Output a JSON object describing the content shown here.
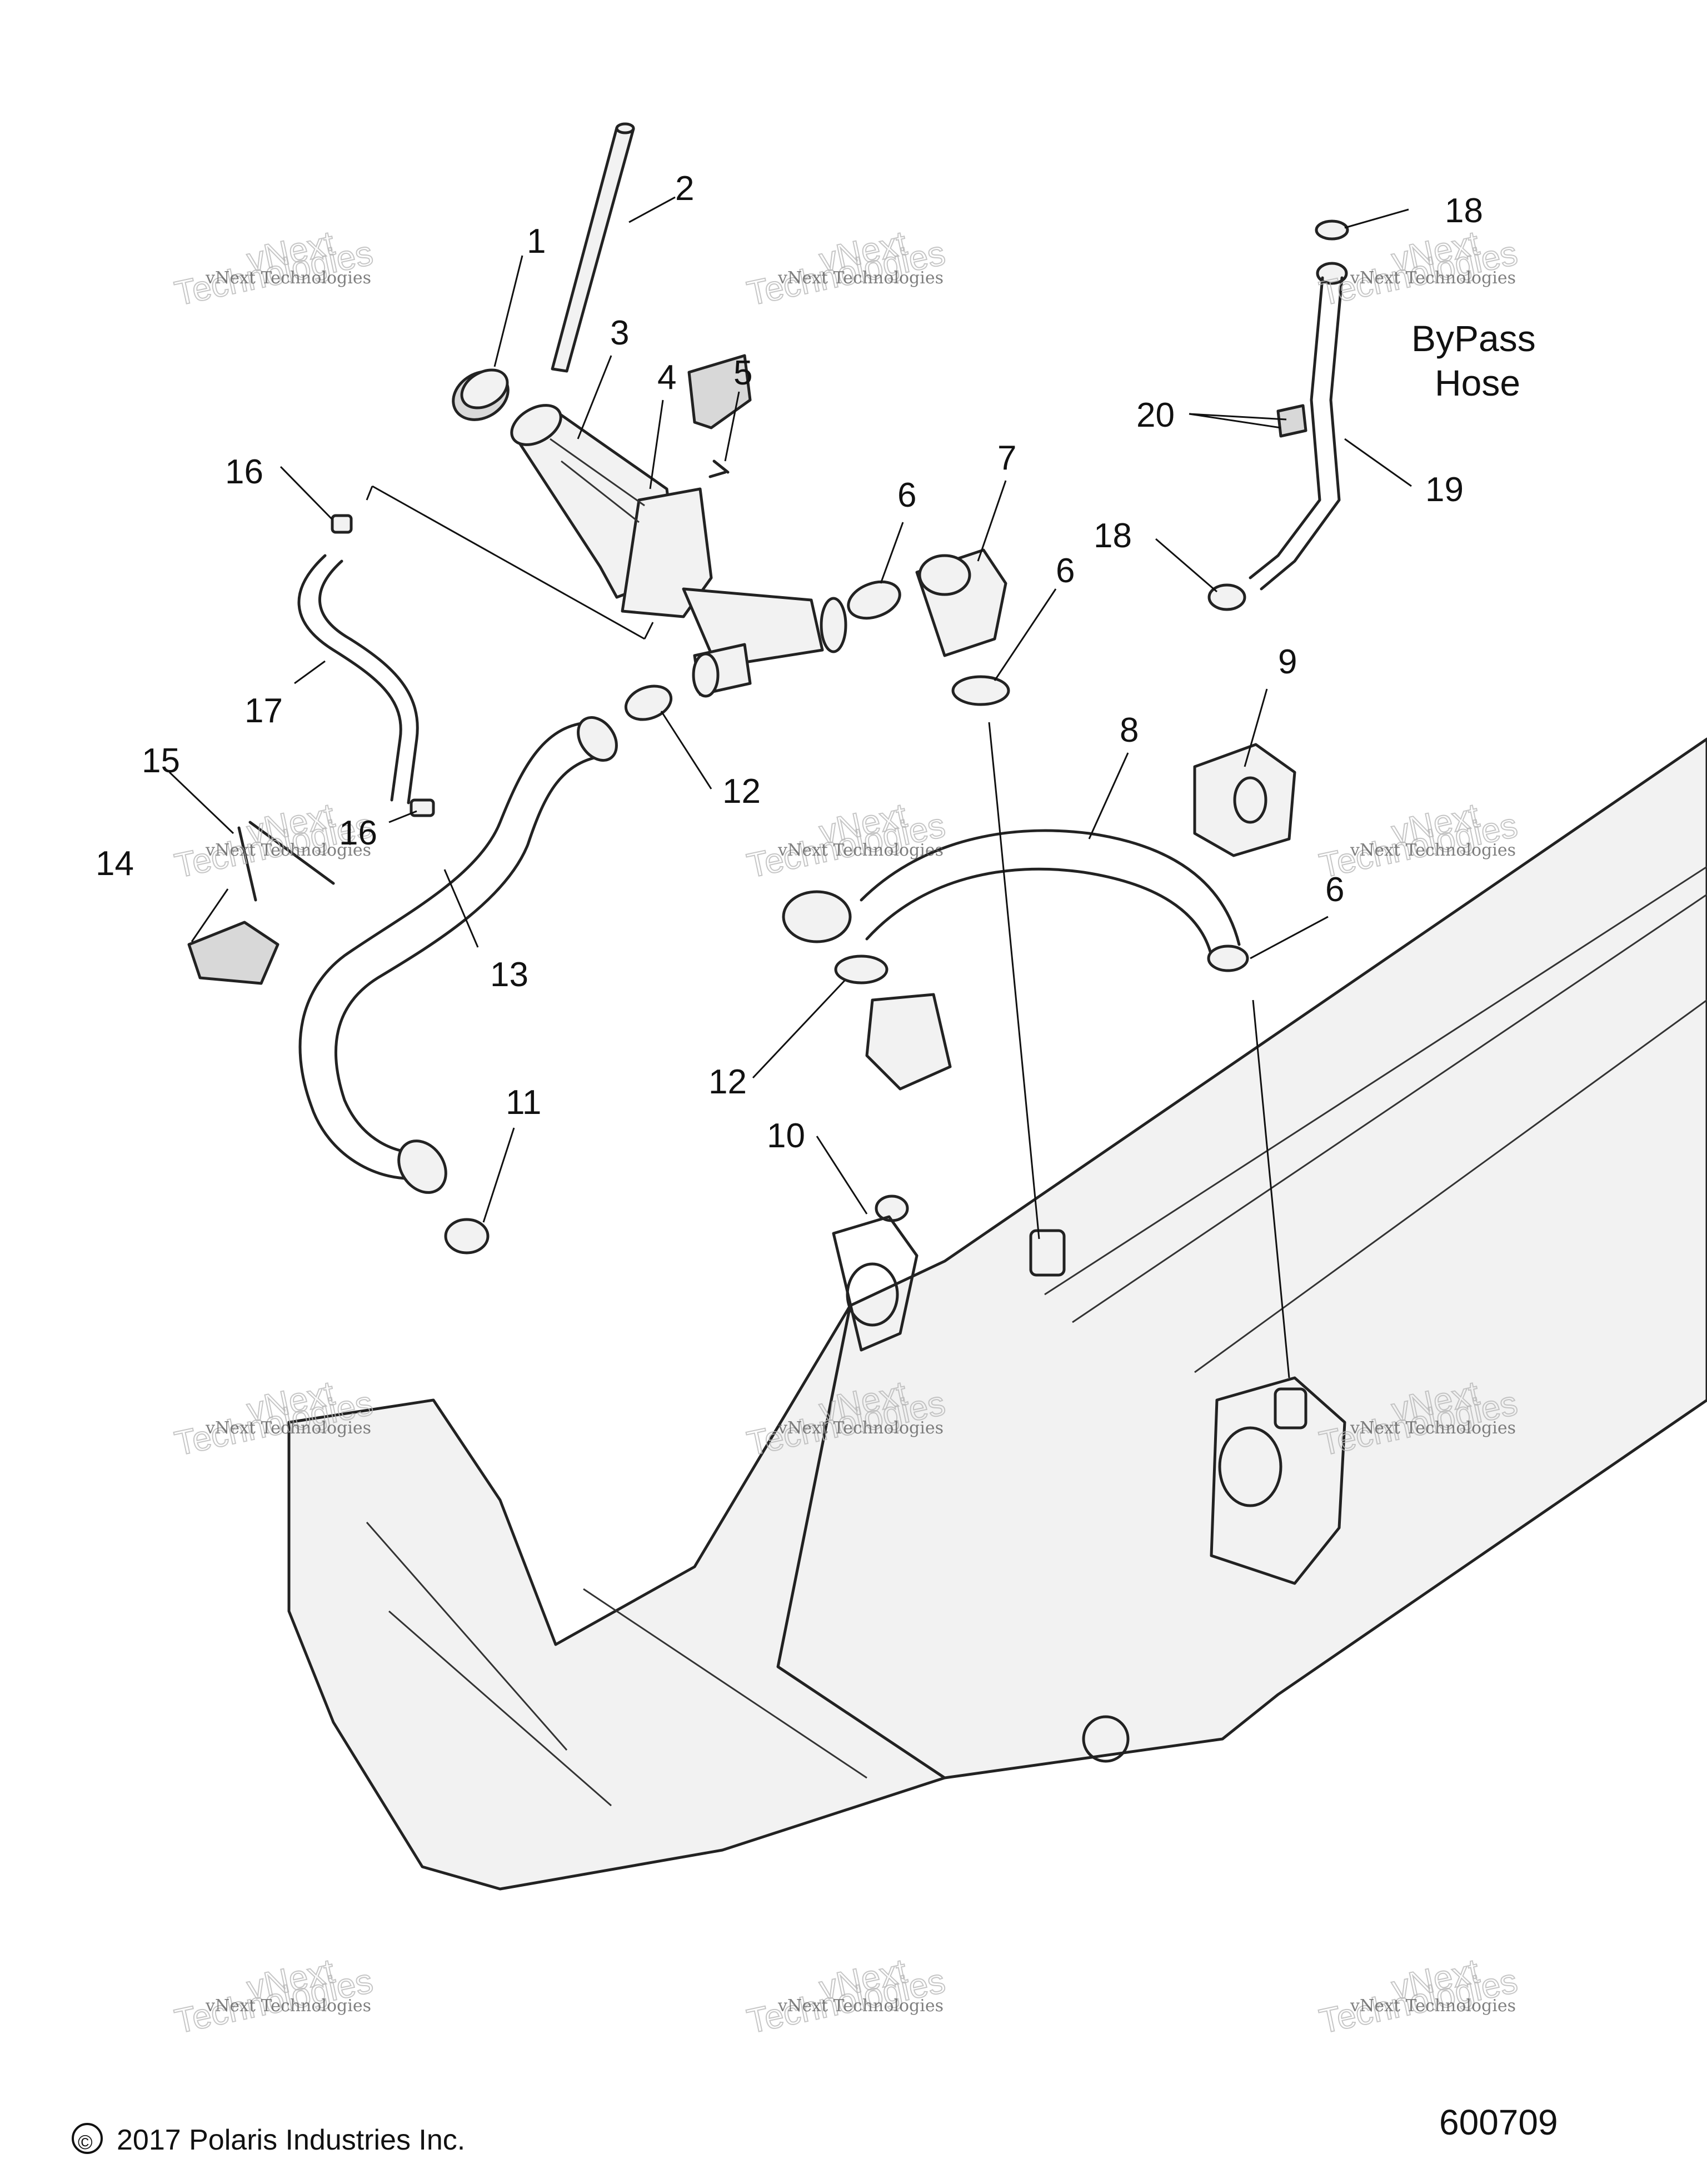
{
  "diagram": {
    "callouts": [
      {
        "id": "c1",
        "label": "1"
      },
      {
        "id": "c2",
        "label": "2"
      },
      {
        "id": "c3",
        "label": "3"
      },
      {
        "id": "c4",
        "label": "4"
      },
      {
        "id": "c5",
        "label": "5"
      },
      {
        "id": "c6a",
        "label": "6"
      },
      {
        "id": "c6b",
        "label": "6"
      },
      {
        "id": "c6c",
        "label": "6"
      },
      {
        "id": "c7",
        "label": "7"
      },
      {
        "id": "c8",
        "label": "8"
      },
      {
        "id": "c9",
        "label": "9"
      },
      {
        "id": "c10",
        "label": "10"
      },
      {
        "id": "c11",
        "label": "11"
      },
      {
        "id": "c12a",
        "label": "12"
      },
      {
        "id": "c12b",
        "label": "12"
      },
      {
        "id": "c13",
        "label": "13"
      },
      {
        "id": "c14",
        "label": "14"
      },
      {
        "id": "c15",
        "label": "15"
      },
      {
        "id": "c16a",
        "label": "16"
      },
      {
        "id": "c16b",
        "label": "16"
      },
      {
        "id": "c17",
        "label": "17"
      },
      {
        "id": "c18a",
        "label": "18"
      },
      {
        "id": "c18b",
        "label": "18"
      },
      {
        "id": "c19",
        "label": "19"
      },
      {
        "id": "c20",
        "label": "20"
      }
    ],
    "note_line1": "ByPass",
    "note_line2": "Hose"
  },
  "watermark": {
    "line_small": "vNext Technologies",
    "line_big_1": "vNext",
    "line_big_2": "Technologies"
  },
  "footer": {
    "copyright_symbol": "©",
    "copyright_text": "2017 Polaris Industries Inc.",
    "doc_number": "600709"
  }
}
